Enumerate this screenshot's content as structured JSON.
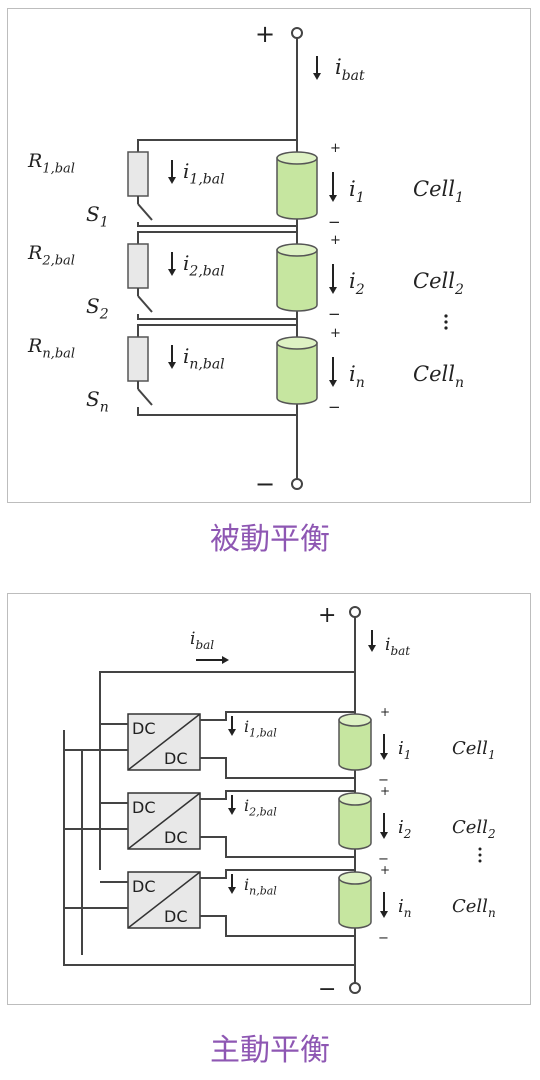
{
  "passive": {
    "caption": "被動平衡",
    "plus": "+",
    "minus": "−",
    "i_bat": [
      "i",
      "bat"
    ],
    "resistors": [
      {
        "R": [
          "R",
          "1,bal"
        ],
        "S": [
          "S",
          "1"
        ],
        "i": [
          "i",
          "1,bal"
        ]
      },
      {
        "R": [
          "R",
          "2,bal"
        ],
        "S": [
          "S",
          "2"
        ],
        "i": [
          "i",
          "2,bal"
        ]
      },
      {
        "R": [
          "R",
          "n,bal"
        ],
        "S": [
          "S",
          "n"
        ],
        "i": [
          "i",
          "n,bal"
        ]
      }
    ],
    "cells": [
      {
        "i": [
          "i",
          "1"
        ],
        "name": [
          "Cell",
          "1"
        ]
      },
      {
        "i": [
          "i",
          "2"
        ],
        "name": [
          "Cell",
          "2"
        ]
      },
      {
        "i": [
          "i",
          "n"
        ],
        "name": [
          "Cell",
          "n"
        ]
      }
    ]
  },
  "active": {
    "caption": "主動平衡",
    "plus": "+",
    "minus": "−",
    "i_bat": [
      "i",
      "bat"
    ],
    "i_bal": [
      "i",
      "bal"
    ],
    "converters": [
      {
        "top": "DC",
        "bottom": "DC",
        "i": [
          "i",
          "1,bal"
        ]
      },
      {
        "top": "DC",
        "bottom": "DC",
        "i": [
          "i",
          "2,bal"
        ]
      },
      {
        "top": "DC",
        "bottom": "DC",
        "i": [
          "i",
          "n,bal"
        ]
      }
    ],
    "cells": [
      {
        "i": [
          "i",
          "1"
        ],
        "name": [
          "Cell",
          "1"
        ]
      },
      {
        "i": [
          "i",
          "2"
        ],
        "name": [
          "Cell",
          "2"
        ]
      },
      {
        "i": [
          "i",
          "n"
        ],
        "name": [
          "Cell",
          "n"
        ]
      }
    ]
  },
  "colors": {
    "cell_fill": "#c6e6a0",
    "cell_top": "#def2c4",
    "wire": "#444444",
    "caption": "#8e57b3",
    "box_fill": "#e8e8e8"
  }
}
